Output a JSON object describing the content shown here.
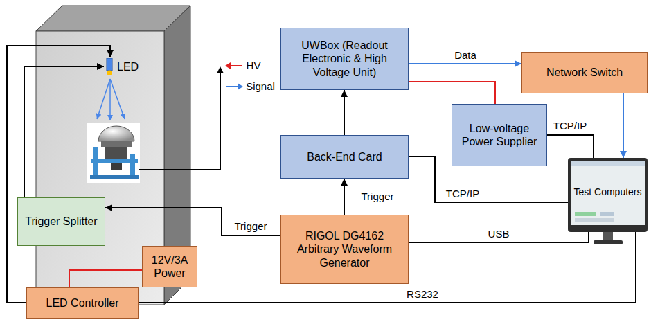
{
  "diagram": {
    "nodes": [
      {
        "text": [
          "LED"
        ]
      },
      {
        "text": [
          "UWBox (Readout Electronic & High Voltage Unit)"
        ]
      },
      {
        "text": [
          "Network Switch"
        ]
      },
      {
        "text": [
          "Low-voltage Power Supplier"
        ]
      },
      {
        "text": [
          "Back-End Card"
        ]
      },
      {
        "text": [
          "Test Computers"
        ]
      },
      {
        "text": [
          "Trigger Splitter"
        ]
      },
      {
        "text": [
          "RIGOL DG4162 Arbitrary Waveform Generator"
        ]
      },
      {
        "text": [
          "12V/3A Power"
        ]
      },
      {
        "text": [
          "LED Controller"
        ]
      }
    ],
    "edges": [
      {
        "from": 6,
        "to": 0,
        "arrow": "to"
      },
      {
        "from": 9,
        "to": 0,
        "arrow": "to"
      },
      {
        "from": 7,
        "to": 6,
        "label": "Trigger",
        "arrow": "to"
      },
      {
        "from": 7,
        "to": 4,
        "label": "Trigger",
        "arrow": "to"
      },
      {
        "from": 4,
        "to": 1,
        "arrow": "to"
      },
      {
        "from": 1,
        "to": 2,
        "label": "Data",
        "arrow": "to"
      },
      {
        "from": 3,
        "to": 1,
        "arrow": "none"
      },
      {
        "from": 2,
        "to": 5,
        "arrow": "to"
      },
      {
        "from": 3,
        "to": 5,
        "label": "TCP/IP",
        "arrow": "none"
      },
      {
        "from": 4,
        "to": 5,
        "label": "TCP/IP",
        "arrow": "none"
      },
      {
        "from": 7,
        "to": 5,
        "label": "USB",
        "arrow": "none"
      },
      {
        "from": 9,
        "to": 5,
        "label": "RS232",
        "arrow": "none"
      },
      {
        "from": 8,
        "to": 9,
        "arrow": "none"
      }
    ],
    "labels": [
      "HV",
      "Signal"
    ]
  }
}
